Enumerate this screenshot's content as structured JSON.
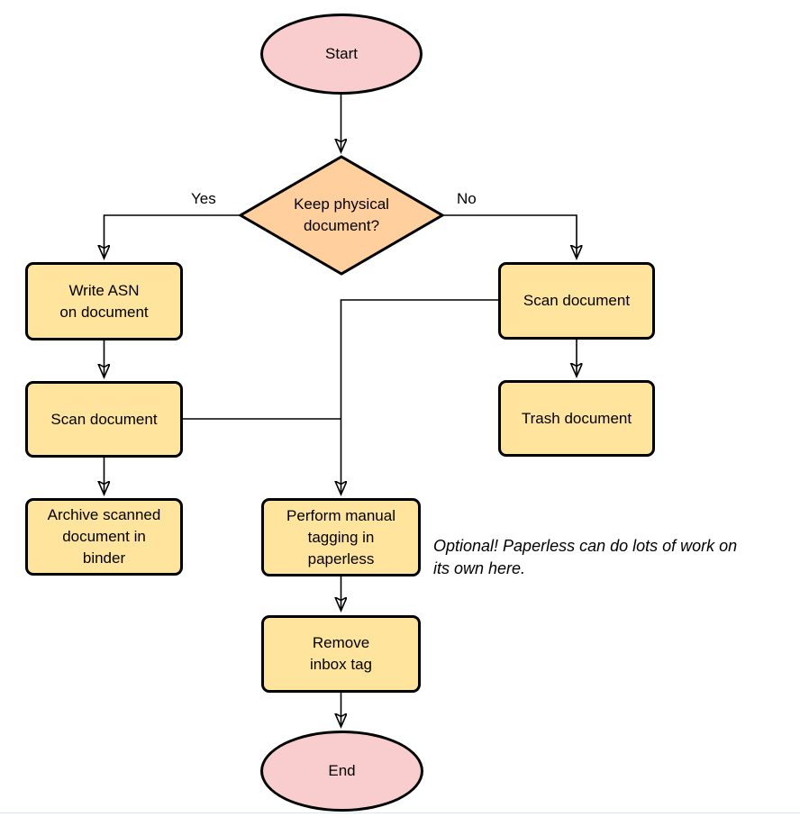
{
  "colors": {
    "terminal_fill": "#F9CDCD",
    "decision_fill": "#FFCF9E",
    "process_fill": "#FFE49D",
    "stroke": "#000000",
    "divider": "#dce6f1"
  },
  "nodes": {
    "start": {
      "label": "Start"
    },
    "decision": {
      "label": "Keep physical\ndocument?"
    },
    "write_asn": {
      "label": "Write ASN\non document"
    },
    "scan_left": {
      "label": "Scan document"
    },
    "archive": {
      "label": "Archive scanned\ndocument in\nbinder"
    },
    "scan_right": {
      "label": "Scan document"
    },
    "trash": {
      "label": "Trash document"
    },
    "tagging": {
      "label": "Perform manual\ntagging in\npaperless"
    },
    "remove_inbox": {
      "label": "Remove\ninbox tag"
    },
    "end": {
      "label": "End"
    }
  },
  "edge_labels": {
    "yes": "Yes",
    "no": "No"
  },
  "annotation": {
    "text": "Optional! Paperless can do lots of work on\nits own here."
  }
}
